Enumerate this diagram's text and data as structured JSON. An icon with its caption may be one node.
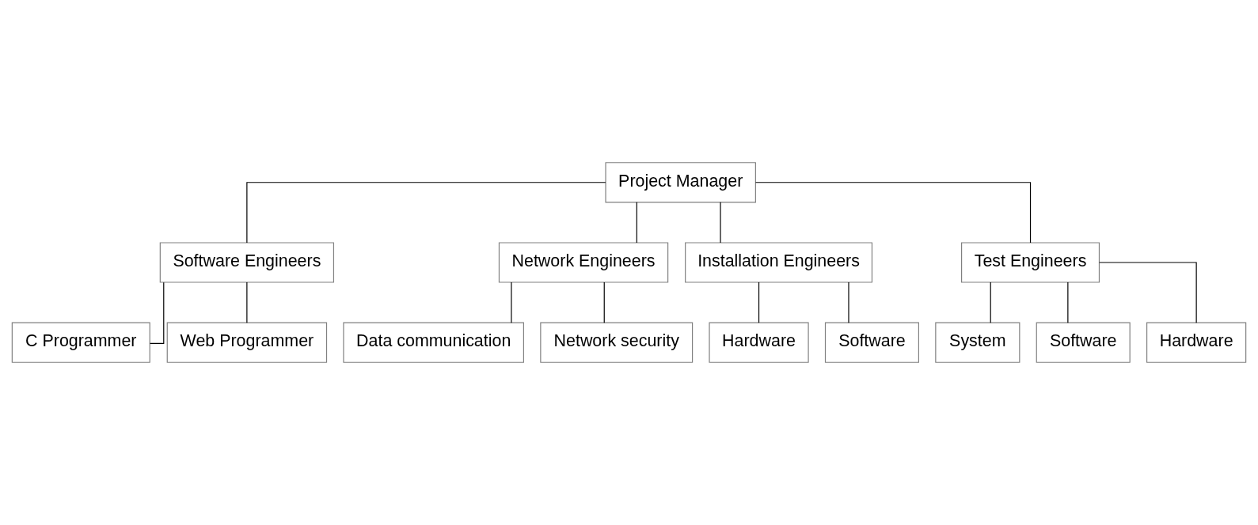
{
  "diagram": {
    "nodes": [
      {
        "text": [
          "Project Manager"
        ]
      },
      {
        "text": [
          "Software Engineers"
        ]
      },
      {
        "text": [
          "Network Engineers"
        ]
      },
      {
        "text": [
          "Installation Engineers"
        ]
      },
      {
        "text": [
          "Test Engineers"
        ]
      },
      {
        "text": [
          "C Programmer"
        ]
      },
      {
        "text": [
          "Web Programmer"
        ]
      },
      {
        "text": [
          "Data communication"
        ]
      },
      {
        "text": [
          "Network security"
        ]
      },
      {
        "text": [
          "Hardware"
        ]
      },
      {
        "text": [
          "Software"
        ]
      },
      {
        "text": [
          "System"
        ]
      },
      {
        "text": [
          "Software"
        ]
      },
      {
        "text": [
          "Hardware"
        ]
      }
    ],
    "edges": [
      {
        "from": 0,
        "to": 1,
        "arrow": "none"
      },
      {
        "from": 0,
        "to": 2,
        "arrow": "none"
      },
      {
        "from": 0,
        "to": 3,
        "arrow": "none"
      },
      {
        "from": 0,
        "to": 4,
        "arrow": "none"
      },
      {
        "from": 1,
        "to": 5,
        "arrow": "none"
      },
      {
        "from": 1,
        "to": 6,
        "arrow": "none"
      },
      {
        "from": 2,
        "to": 7,
        "arrow": "none"
      },
      {
        "from": 2,
        "to": 8,
        "arrow": "none"
      },
      {
        "from": 3,
        "to": 9,
        "arrow": "none"
      },
      {
        "from": 3,
        "to": 10,
        "arrow": "none"
      },
      {
        "from": 4,
        "to": 11,
        "arrow": "none"
      },
      {
        "from": 4,
        "to": 12,
        "arrow": "none"
      },
      {
        "from": 4,
        "to": 13,
        "arrow": "none"
      }
    ]
  }
}
